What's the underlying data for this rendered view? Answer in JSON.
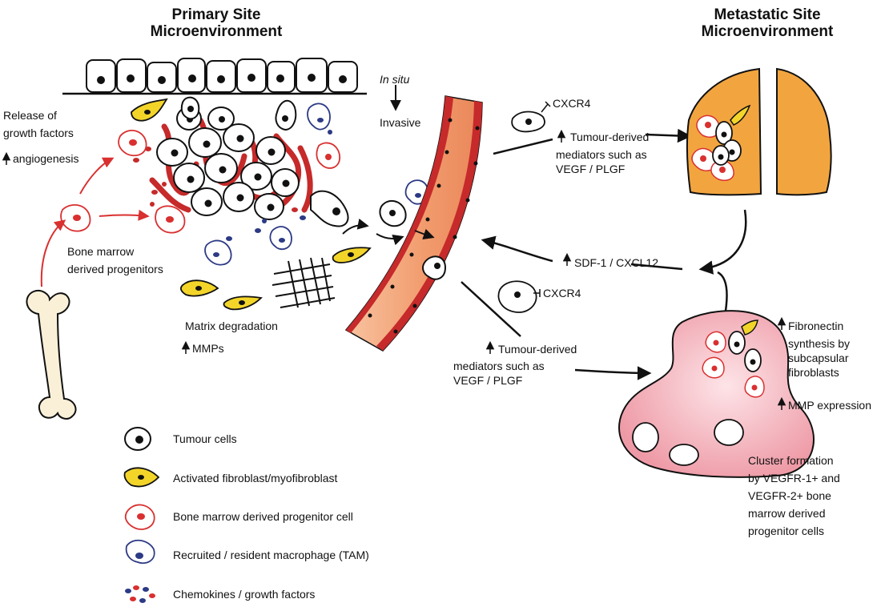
{
  "titles": {
    "primary_line1": "Primary Site",
    "primary_line2": "Microenvironment",
    "metastatic_line1": "Metastatic Site",
    "metastatic_line2": "Microenvironment"
  },
  "labels": {
    "in_situ": "In situ",
    "invasive": "Invasive",
    "release_line1": "Release of",
    "release_line2": "growth factors",
    "angiogenesis": "angiogenesis",
    "bm_line1": "Bone marrow",
    "bm_line2": "derived progenitors",
    "matrix_degradation": "Matrix degradation",
    "mmps": "MMPs",
    "cxcr4_top": "CXCR4",
    "tumour_derived_top_line1": "Tumour-derived",
    "tumour_derived_top_line2": "mediators such as",
    "tumour_derived_top_line3": "VEGF / PLGF",
    "sdf1": "SDF-1 / CXCL12",
    "cxcr4_mid": "CXCR4",
    "tumour_derived_bottom_line1": "Tumour-derived",
    "tumour_derived_bottom_line2": "mediators such as",
    "tumour_derived_bottom_line3": "VEGF / PLGF",
    "fibronectin_line1": "Fibronectin",
    "fibronectin_line2": "synthesis by",
    "fibronectin_line3": "subcapsular",
    "fibronectin_line4": "fibroblasts",
    "mmp_expression": "MMP expression",
    "cluster_line1": "Cluster formation",
    "cluster_line2": "by VEGFR-1+ and",
    "cluster_line3": "VEGFR-2+ bone",
    "cluster_line4": "marrow derived",
    "cluster_line5": "progenitor cells"
  },
  "legend": [
    {
      "icon": "tumour-cell-icon",
      "label": "Tumour cells"
    },
    {
      "icon": "fibroblast-icon",
      "label": "Activated fibroblast/myofibroblast"
    },
    {
      "icon": "progenitor-cell-icon",
      "label": "Bone marrow derived progenitor cell"
    },
    {
      "icon": "macrophage-icon",
      "label": "Recruited / resident macrophage (TAM)"
    },
    {
      "icon": "chemokines-icon",
      "label": "Chemokines / growth factors"
    }
  ],
  "colors": {
    "tumour_cell_fill": "#ffffff",
    "nucleus": "#111111",
    "fibroblast_yellow": "#f3d52a",
    "progenitor_red": "#d93030",
    "macrophage_blue": "#2c3a85",
    "vessel_salmon": "#f2a377",
    "vessel_red": "#c62a2a",
    "lung_orange": "#f2a53f",
    "lymph_pink": "#f2b4bc"
  }
}
